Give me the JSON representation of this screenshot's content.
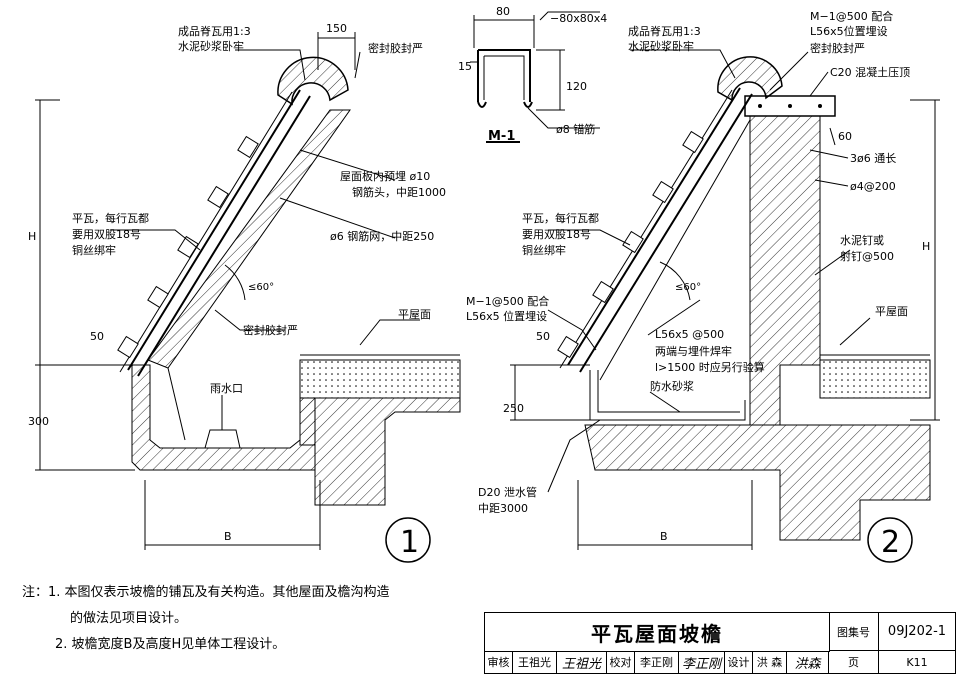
{
  "detail1": {
    "number": "1",
    "labels": {
      "ridge_tile": "成品脊瓦用1:3",
      "ridge_tile2": "水泥砂浆卧牢",
      "sealant_top": "密封胶封严",
      "dim_150": "150",
      "embed_bar": "屋面板内预埋 ø10",
      "embed_bar2": "钢筋头，中距1000",
      "mesh": "ø6 钢筋网，中距250",
      "tile": "平瓦，每行瓦都",
      "tile2": "要用双股18号",
      "tile3": "铜丝绑牢",
      "angle": "≤60°",
      "sealant_bottom": "密封胶封严",
      "flat_roof": "平屋面",
      "drain": "雨水口",
      "dim_50": "50",
      "dim_H": "H",
      "dim_300": "300",
      "dim_B": "B"
    }
  },
  "m1": {
    "title": "M-1",
    "dim_80": "80",
    "section": "−80x80x4",
    "dim_15": "15",
    "dim_120": "120",
    "anchor": "ø8 锚筋"
  },
  "detail2": {
    "number": "2",
    "labels": {
      "ridge_tile": "成品脊瓦用1:3",
      "ridge_tile2": "水泥砂浆卧牢",
      "m1_top": "M−1@500 配合",
      "m1_top2": "L56x5位置埋设",
      "sealant": "密封胶封严",
      "c20": "C20 混凝土压顶",
      "dim_60": "60",
      "bars3": "3ø6 通长",
      "bars4": "ø4@200",
      "nail": "水泥钉或",
      "nail2": "射钉@500",
      "flat_roof": "平屋面",
      "tile": "平瓦，每行瓦都",
      "tile2": "要用双股18号",
      "tile3": "铜丝绑牢",
      "angle": "≤60°",
      "m1_bottom": "M−1@500 配合",
      "m1_bottom2": "L56x5 位置埋设",
      "angle_steel": "L56x5 @500",
      "weld": "两端与埋件焊牢",
      "check": "l>1500 时应另行验算",
      "mortar": "防水砂浆",
      "dim_50": "50",
      "dim_250": "250",
      "dim_H": "H",
      "dim_B": "B",
      "pipe": "D20 泄水管",
      "pipe2": "中距3000"
    }
  },
  "notes": {
    "line1": "注：1. 本图仅表示坡檐的铺瓦及有关构造。其他屋面及檐沟构造",
    "line2": "的做法见项目设计。",
    "line3": "2. 坡檐宽度B及高度H见单体工程设计。"
  },
  "title_block": {
    "title": "平瓦屋面坡檐",
    "atlas_label": "图集号",
    "atlas_no": "09J202-1",
    "review_label": "审核",
    "reviewer": "王祖光",
    "reviewer_sig": "王祖光",
    "check_label": "校对",
    "checker": "李正刚",
    "checker_sig": "李正刚",
    "design_label": "设计",
    "designer": "洪 森",
    "designer_sig": "洪森",
    "page_label": "页",
    "page_no": "K11"
  }
}
